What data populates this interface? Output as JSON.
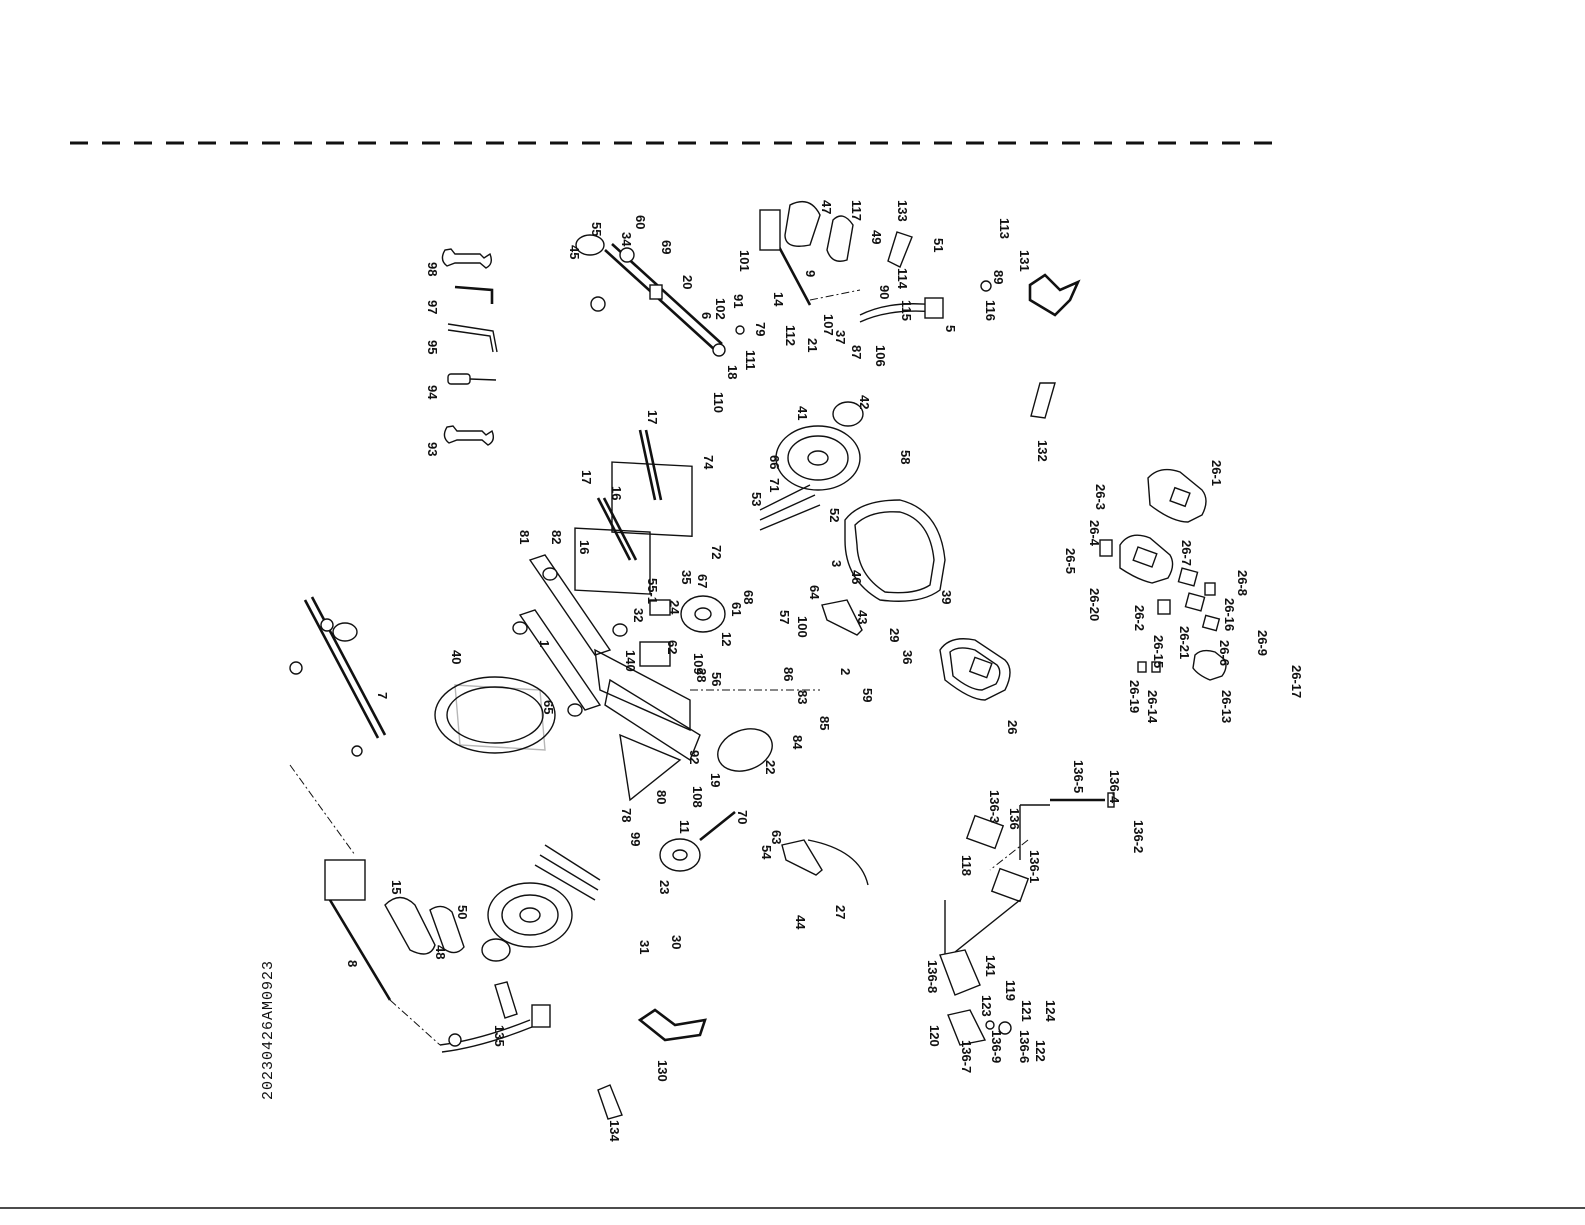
{
  "drawing_code": "20230426AM0923",
  "labels": {
    "l1": "1",
    "l2": "2",
    "l3": "3",
    "l5": "5",
    "l6": "6",
    "l7": "7",
    "l8": "8",
    "l9": "9",
    "l11": "11",
    "l12": "12",
    "l14": "14",
    "l15": "15",
    "l16a": "16",
    "l16b": "16",
    "l17a": "17",
    "l17b": "17",
    "l18": "18",
    "l19": "19",
    "l20": "20",
    "l21": "21",
    "l22": "22",
    "l23": "23",
    "l24": "24",
    "l26": "26",
    "l27": "27",
    "l28": "28",
    "l29": "29",
    "l30": "30",
    "l31": "31",
    "l32": "32",
    "l34": "34",
    "l35": "35",
    "l36": "36",
    "l37": "37",
    "l39": "39",
    "l40": "40",
    "l41": "41",
    "l42": "42",
    "l43": "43",
    "l44": "44",
    "l45": "45",
    "l46": "46",
    "l47": "47",
    "l48": "48",
    "l49": "49",
    "l50": "50",
    "l51": "51",
    "l52": "52",
    "l53": "53",
    "l54": "54",
    "l55": "55",
    "l56": "56",
    "l57": "57",
    "l58": "58",
    "l59": "59",
    "l60": "60",
    "l61": "61",
    "l62": "62",
    "l63": "63",
    "l64": "64",
    "l65": "65",
    "l66": "66",
    "l67": "67",
    "l68": "68",
    "l69": "69",
    "l70": "70",
    "l71": "71",
    "l72": "72",
    "l74": "74",
    "l78": "78",
    "l79": "79",
    "l80": "80",
    "l81": "81",
    "l82": "82",
    "l83": "83",
    "l84": "84",
    "l85": "85",
    "l86": "86",
    "l87": "87",
    "l89": "89",
    "l90": "90",
    "l91": "91",
    "l92": "92",
    "l93": "93",
    "l94": "94",
    "l95": "95",
    "l97": "97",
    "l98": "98",
    "l99": "99",
    "l100": "100",
    "l101": "101",
    "l102": "102",
    "l106": "106",
    "l107": "107",
    "l108": "108",
    "l109": "109",
    "l110": "110",
    "l111": "111",
    "l112": "112",
    "l113": "113",
    "l114": "114",
    "l115": "115",
    "l116": "116",
    "l117": "117",
    "l118": "118",
    "l119": "119",
    "l120": "120",
    "l121": "121",
    "l122": "122",
    "l123": "123",
    "l124": "124",
    "l130": "130",
    "l131": "131",
    "l132": "132",
    "l133": "133",
    "l134": "134",
    "l135": "135",
    "l136": "136",
    "l140": "140",
    "l141": "141",
    "l26_1": "26-1",
    "l26_2": "26-2",
    "l26_3": "26-3",
    "l26_4": "26-4",
    "l26_5": "26-5",
    "l26_6": "26-6",
    "l26_7": "26-7",
    "l26_8": "26-8",
    "l26_9": "26-9",
    "l26_13": "26-13",
    "l26_14": "26-14",
    "l26_15": "26-15",
    "l26_16": "26-16",
    "l26_17": "26-17",
    "l26_19": "26-19",
    "l26_20": "26-20",
    "l26_21": "26-21",
    "l55_1": "55-1",
    "l136_1": "136-1",
    "l136_2": "136-2",
    "l136_3": "136-3",
    "l136_4": "136-4",
    "l136_5": "136-5",
    "l136_6": "136-6",
    "l136_7": "136-7",
    "l136_8": "136-8",
    "l136_9": "136-9"
  }
}
